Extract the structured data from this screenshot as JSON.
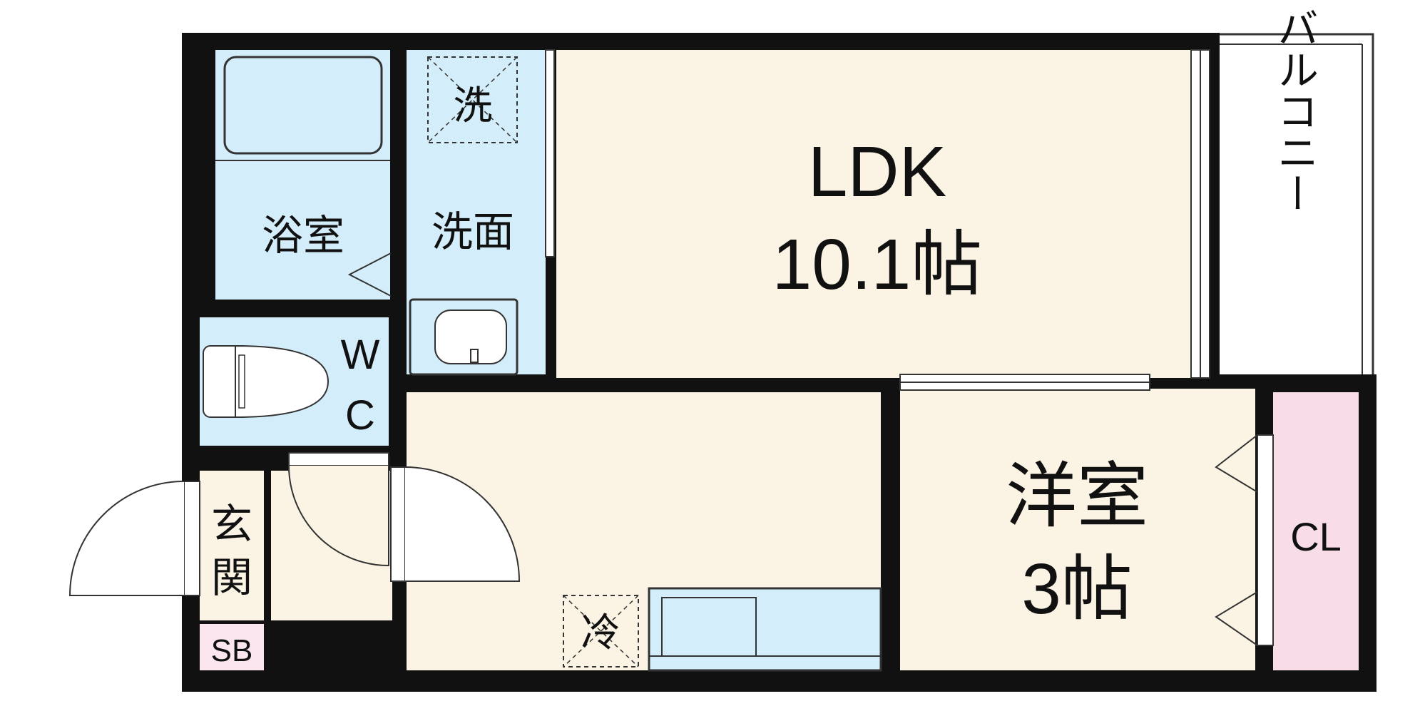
{
  "rooms": {
    "ldk": {
      "name": "LDK",
      "size": "10.1帖"
    },
    "western": {
      "name": "洋室",
      "size": "3帖"
    },
    "bath": {
      "name": "浴室"
    },
    "washroom": {
      "name": "洗面"
    },
    "washer": {
      "name": "洗"
    },
    "toilet": {
      "line1": "W",
      "line2": "C"
    },
    "entrance": {
      "line1": "玄",
      "line2": "関"
    },
    "shoe_box": {
      "name": "SB"
    },
    "closet": {
      "name": "CL"
    },
    "fridge": {
      "name": "冷"
    },
    "balcony": {
      "name": "バルコニー"
    }
  },
  "colors": {
    "wall": "#111111",
    "ldk_floor": "#fbf4e4",
    "wet_area": "#d3eefa",
    "closet": "#f8dde9",
    "shoe_box": "#fbe5ef",
    "balcony": "#ffffff"
  }
}
